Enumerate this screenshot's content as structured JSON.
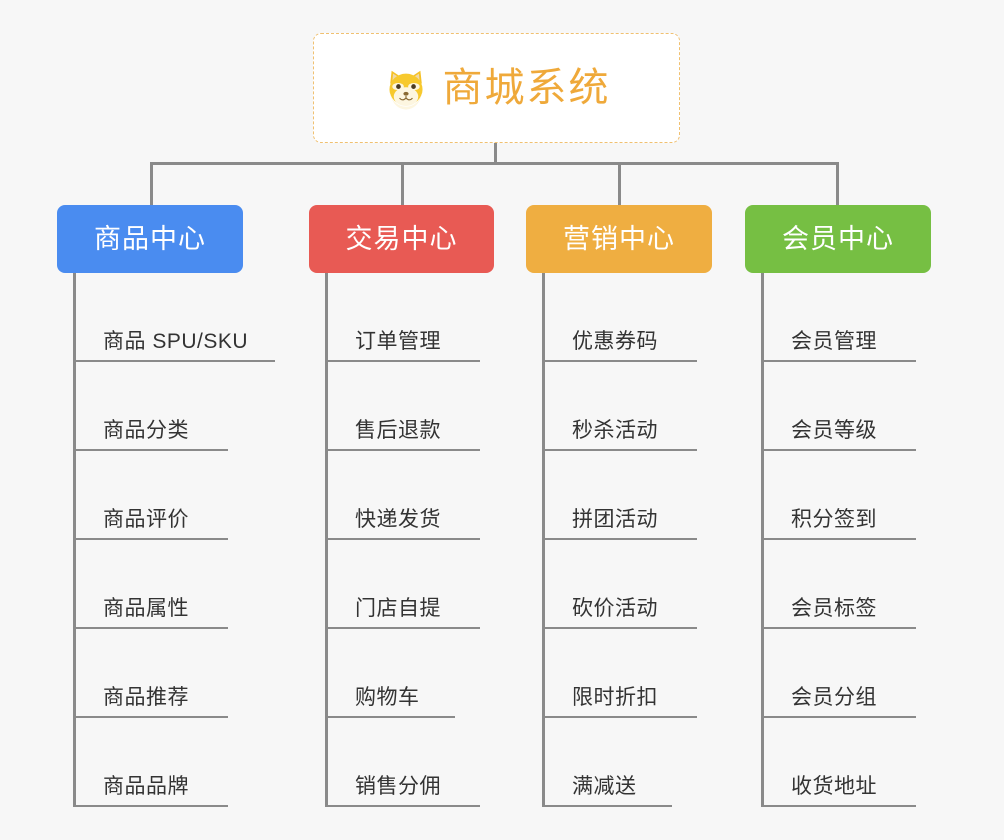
{
  "diagram": {
    "background_color": "#f7f7f7",
    "connector_color": "#8a8a8a",
    "root": {
      "title": "商城系统",
      "icon": "shiba-inu-dog-face-icon",
      "text_color": "#efa93a",
      "border_color": "#f0c070",
      "background_color": "#ffffff"
    },
    "branches": [
      {
        "label": "商品中心",
        "color": "#4a8cf0",
        "items": [
          "商品 SPU/SKU",
          "商品分类",
          "商品评价",
          "商品属性",
          "商品推荐",
          "商品品牌"
        ]
      },
      {
        "label": "交易中心",
        "color": "#e85a54",
        "items": [
          "订单管理",
          "售后退款",
          "快递发货",
          "门店自提",
          "购物车",
          "销售分佣"
        ]
      },
      {
        "label": "营销中心",
        "color": "#efae41",
        "items": [
          "优惠券码",
          "秒杀活动",
          "拼团活动",
          "砍价活动",
          "限时折扣",
          "满减送"
        ]
      },
      {
        "label": "会员中心",
        "color": "#76bf43",
        "items": [
          "会员管理",
          "会员等级",
          "积分签到",
          "会员标签",
          "会员分组",
          "收货地址"
        ]
      }
    ]
  }
}
